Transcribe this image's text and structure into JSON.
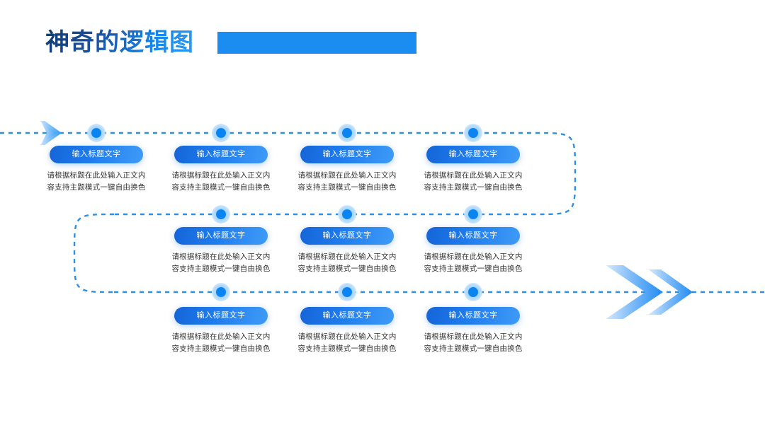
{
  "page": {
    "background": "#ffffff",
    "accent_color": "#1b8cf0",
    "dotted_line_color": "#2f8fe0",
    "node_color": "#0a84f0"
  },
  "header": {
    "title": "神奇的逻辑图",
    "bar_color": "#1b8cf0"
  },
  "flow": {
    "start_arrow_icon": "chevron-right-icon",
    "end_arrow_icon": "double-chevron-right-icon",
    "rows": [
      {
        "row_label": "row-1",
        "nodes": [
          {
            "title": "输入标题文字",
            "body_line1": "请根据标题在此处输入正文内",
            "body_line2": "容支持主题模式一键自由换色"
          },
          {
            "title": "输入标题文字",
            "body_line1": "请根据标题在此处输入正文内",
            "body_line2": "容支持主题模式一键自由换色"
          },
          {
            "title": "输入标题文字",
            "body_line1": "请根据标题在此处输入正文内",
            "body_line2": "容支持主题模式一键自由换色"
          },
          {
            "title": "输入标题文字",
            "body_line1": "请根据标题在此处输入正文内",
            "body_line2": "容支持主题模式一键自由换色"
          }
        ]
      },
      {
        "row_label": "row-2",
        "nodes": [
          {
            "title": "输入标题文字",
            "body_line1": "请根据标题在此处输入正文内",
            "body_line2": "容支持主题模式一键自由换色"
          },
          {
            "title": "输入标题文字",
            "body_line1": "请根据标题在此处输入正文内",
            "body_line2": "容支持主题模式一键自由换色"
          },
          {
            "title": "输入标题文字",
            "body_line1": "请根据标题在此处输入正文内",
            "body_line2": "容支持主题模式一键自由换色"
          }
        ]
      },
      {
        "row_label": "row-3",
        "nodes": [
          {
            "title": "输入标题文字",
            "body_line1": "请根据标题在此处输入正文内",
            "body_line2": "容支持主题模式一键自由换色"
          },
          {
            "title": "输入标题文字",
            "body_line1": "请根据标题在此处输入正文内",
            "body_line2": "容支持主题模式一键自由换色"
          },
          {
            "title": "输入标题文字",
            "body_line1": "请根据标题在此处输入正文内",
            "body_line2": "容支持主题模式一键自由换色"
          }
        ]
      }
    ]
  }
}
